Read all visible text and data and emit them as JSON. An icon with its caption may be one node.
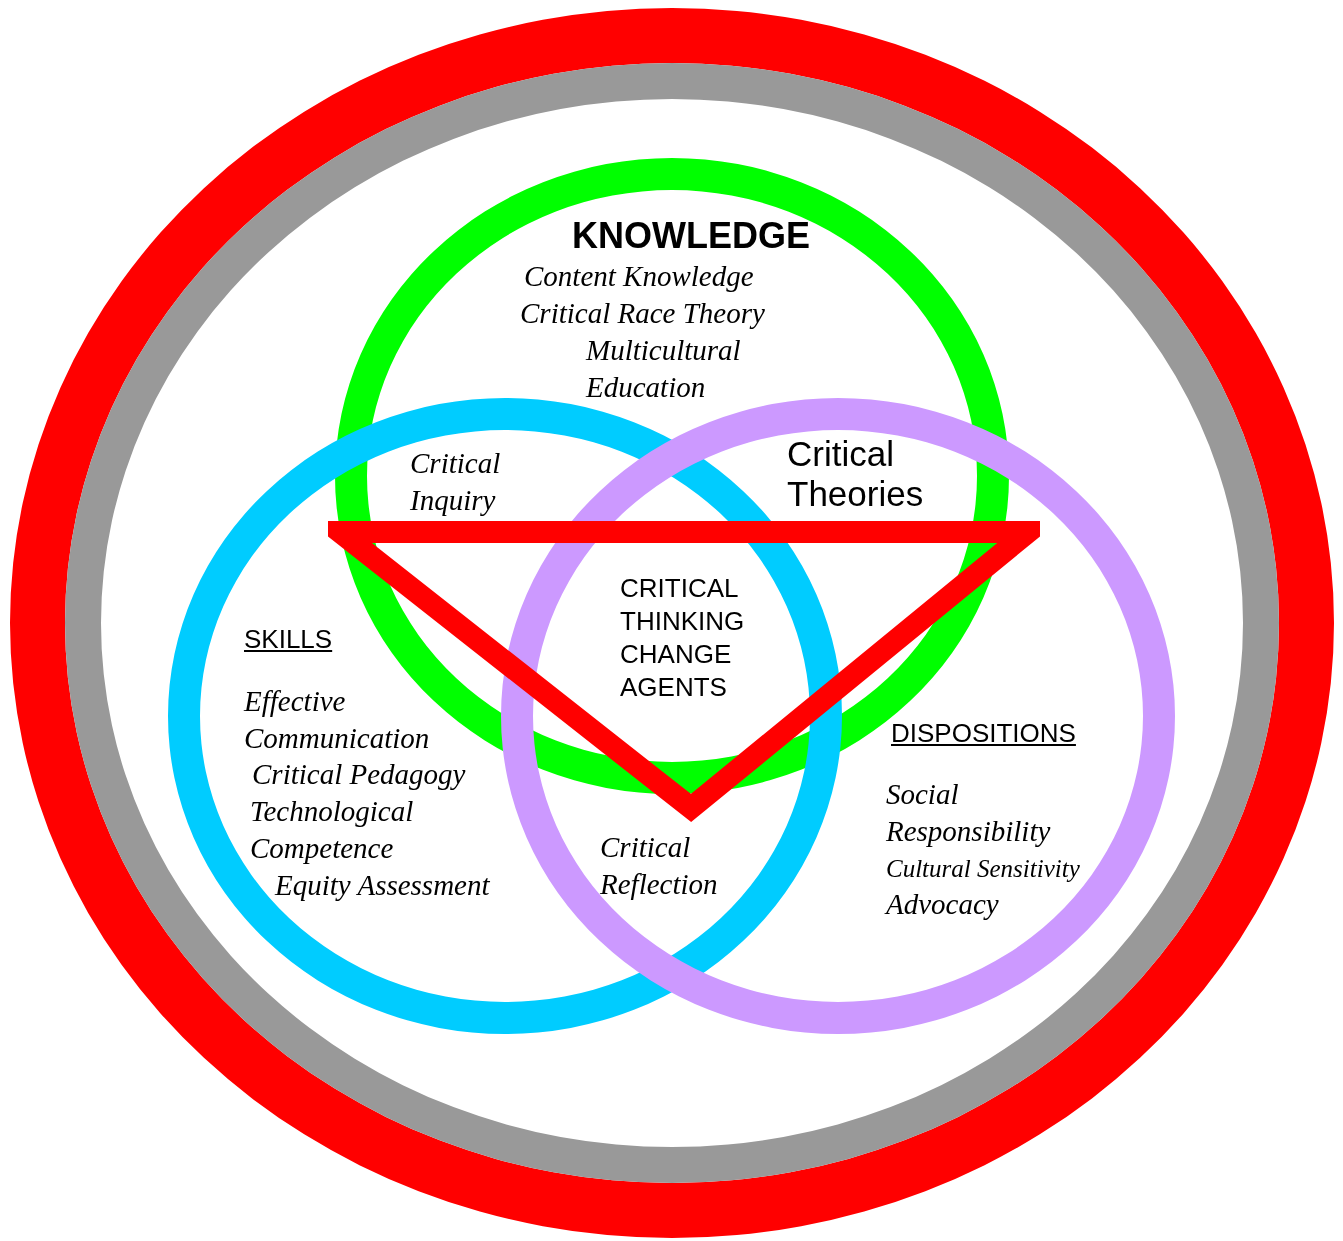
{
  "diagram": {
    "nodes": [
      {
        "text": [],
        "shape": "circle"
      },
      {
        "text": [],
        "shape": "circle",
        "in": 0
      },
      {
        "text": [
          "KNOWLEDGE",
          "Content Knowledge",
          "Critical Race Theory",
          "Multicultural Education"
        ],
        "in": 1
      },
      {
        "text": [
          "SKILLS",
          "Effective Communication",
          "Critical Pedagogy",
          "Technological Competence",
          "Equity Assessment"
        ],
        "in": 1
      },
      {
        "text": [
          "DISPOSITIONS",
          "Social Responsibility",
          "Cultural Sensitivity",
          "Advocacy"
        ],
        "in": 1
      },
      {
        "text": [
          "CRITICAL THINKING CHANGE AGENTS"
        ],
        "in": 1
      }
    ],
    "labels": [
      "Critical Inquiry",
      "Critical Theories",
      "Critical Reflection"
    ]
  }
}
